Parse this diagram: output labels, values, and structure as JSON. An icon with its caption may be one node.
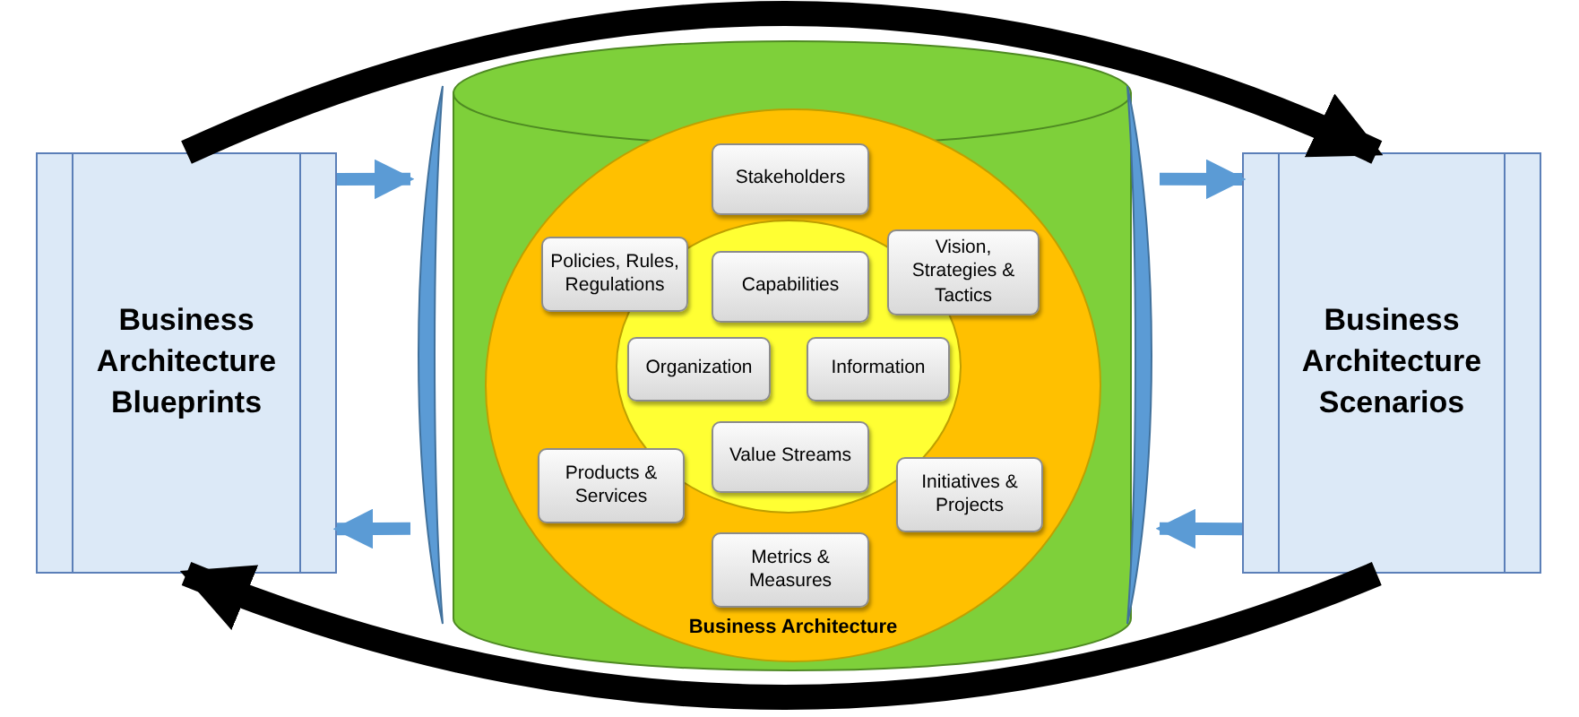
{
  "diagram": {
    "nodes": [
      {
        "text": [
          "Business Architecture Blueprints"
        ]
      },
      {
        "text": [],
        "shape": "bar"
      },
      {
        "text": [],
        "shape": "cylinder"
      },
      {
        "text": [
          "Business Architecture"
        ],
        "in": 2
      },
      {
        "text": [],
        "shape": "circle",
        "in": 3
      },
      {
        "text": [
          "Stakeholders"
        ],
        "in": 3
      },
      {
        "text": [
          "Policies, Rules, Regulations"
        ],
        "in": 3
      },
      {
        "text": [
          "Capabilities"
        ],
        "in": 4
      },
      {
        "text": [
          "Vision, Strategies & Tactics"
        ],
        "in": 3
      },
      {
        "text": [
          "Organization"
        ],
        "in": 4
      },
      {
        "text": [
          "Information"
        ],
        "in": 4
      },
      {
        "text": [
          "Value Streams"
        ],
        "in": 4
      },
      {
        "text": [
          "Products & Services"
        ],
        "in": 3
      },
      {
        "text": [
          "Initiatives & Projects"
        ],
        "in": 3
      },
      {
        "text": [
          "Metrics & Measures"
        ],
        "in": 3
      },
      {
        "text": [],
        "shape": "bar"
      },
      {
        "text": [
          "Business Architecture Scenarios"
        ]
      }
    ],
    "edges": [
      {
        "from": 0,
        "to": 1,
        "arrow": "to"
      },
      {
        "from": 1,
        "to": 0,
        "arrow": "to"
      },
      {
        "from": 15,
        "to": 16,
        "arrow": "to"
      },
      {
        "from": 16,
        "to": 15,
        "arrow": "to"
      },
      {
        "from": 0,
        "to": 16,
        "arrow": "to",
        "style": "thick",
        "color": "#000000"
      },
      {
        "from": 16,
        "to": 0,
        "arrow": "to",
        "style": "thick",
        "color": "#000000"
      }
    ]
  }
}
